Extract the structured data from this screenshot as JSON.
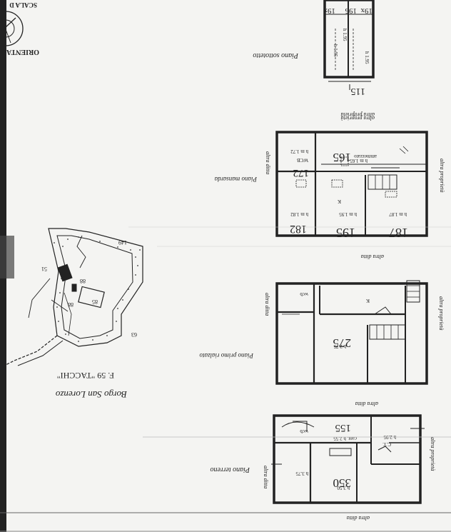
{
  "orientation_label": "ORIENTA",
  "scale_label": "SCALA D",
  "site_plan": {
    "caption": "Borgo San Lorenzo",
    "sheet": "F. 59 \"TACCHI\"",
    "parcels": [
      "85",
      "88",
      "88",
      "149",
      "63",
      "51"
    ]
  },
  "floors": [
    {
      "name": "Piano terreno",
      "side_labels": [
        "altra ditta",
        "altra ditta",
        "altra proprietà"
      ],
      "texts": [
        "350",
        "h 3.75",
        "h 3.50",
        "155",
        "wcb",
        "cant. h 2.55",
        "h 2.95",
        "C.T."
      ]
    },
    {
      "name": "Piano primo rialzato",
      "side_labels": [
        "altra ditta",
        "altra ditta",
        "altra proprietà"
      ],
      "texts": [
        "275",
        "h 2.75",
        "wcb",
        "K"
      ]
    },
    {
      "name": "Piano mansarda",
      "side_labels": [
        "altra ditta",
        "altra ditta",
        "altra proprietà",
        "altra proprietà"
      ],
      "texts": [
        "187",
        "h m 1.87",
        "195",
        "h m 1.95",
        "182",
        "h m 1.82",
        "165",
        "h m 1.65",
        "172",
        "h m 1.72",
        "WCB",
        "K",
        "ammezzato"
      ]
    },
    {
      "name": "Piano sottotetto",
      "side_labels": [
        "altra proprietà"
      ],
      "texts": [
        "115",
        "19x",
        "195",
        "19x",
        "h 1.95",
        "h 1.95",
        "h 1.95"
      ]
    }
  ]
}
